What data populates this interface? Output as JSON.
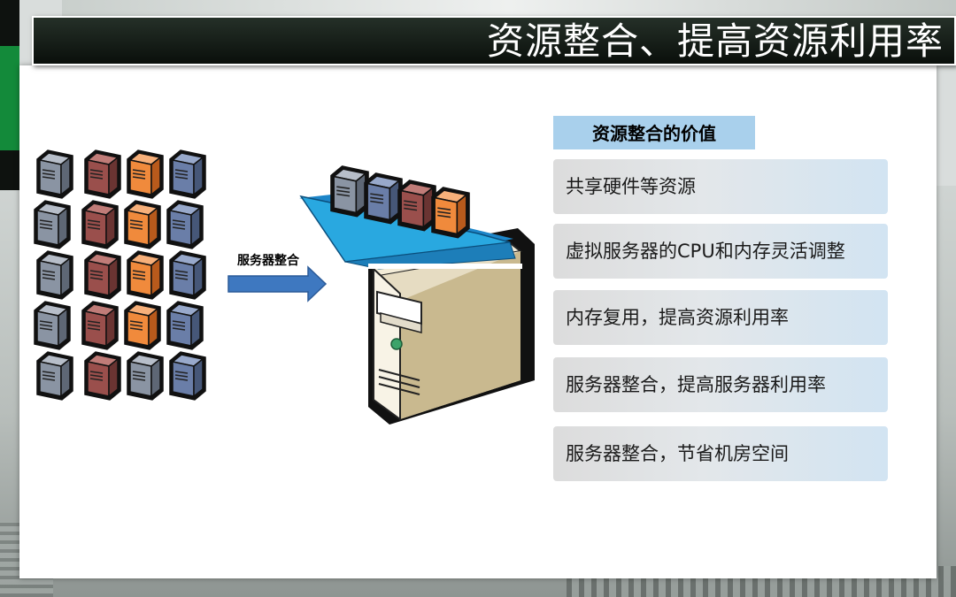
{
  "slide": {
    "title": "资源整合、提高资源利用率"
  },
  "diagram": {
    "arrow_label": "服务器整合",
    "small_servers": [
      [
        "gray",
        "red",
        "orange",
        "blue"
      ],
      [
        "gray",
        "red",
        "orange",
        "blue"
      ],
      [
        "gray",
        "red",
        "orange",
        "blue"
      ],
      [
        "gray",
        "red",
        "orange",
        "blue"
      ],
      [
        "gray",
        "red",
        "gray",
        "blue"
      ]
    ],
    "tray_servers": [
      "gray",
      "blue",
      "red",
      "orange"
    ]
  },
  "values": {
    "header": "资源整合的价值",
    "items": [
      "共享硬件等资源",
      "虚拟服务器的CPU和内存灵活调整",
      "内存复用，提高资源利用率",
      "服务器整合，提高服务器利用率",
      "服务器整合，节省机房空间"
    ]
  },
  "colors": {
    "title_bar": "#0a0f0b",
    "accent_green": "#138a3a",
    "header_fill": "#a9d0ec",
    "arrow_fill": "#3e78c0",
    "tray_fill": "#29a8e0"
  }
}
